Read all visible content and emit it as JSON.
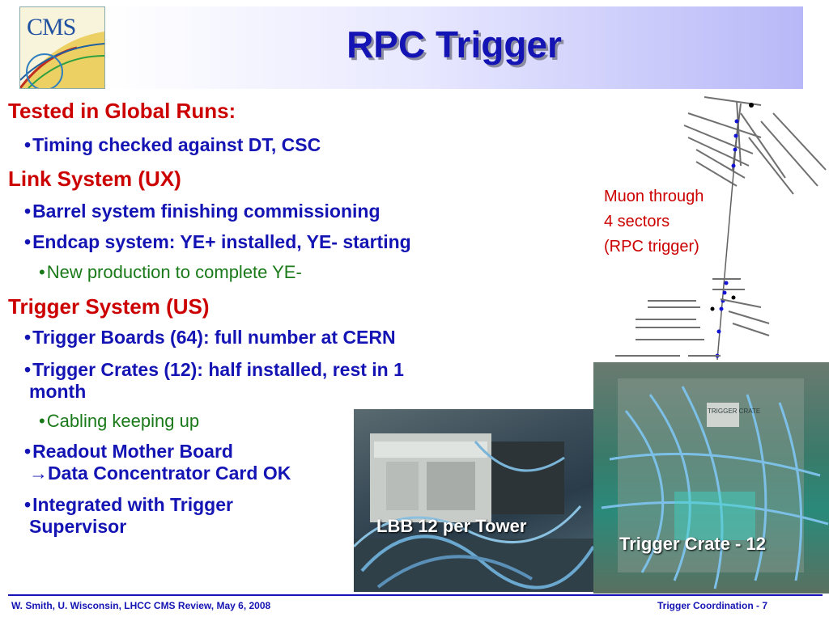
{
  "slide": {
    "title": "RPC Trigger",
    "logo_text": "CMS"
  },
  "bullets": [
    {
      "level": 1,
      "text": "Tested in Global Runs:"
    },
    {
      "level": 2,
      "text": "Timing checked against DT, CSC"
    },
    {
      "level": 1,
      "text": "Link System (UX)"
    },
    {
      "level": 2,
      "text": "Barrel system finishing commissioning"
    },
    {
      "level": 2,
      "text": "Endcap system: YE+ installed, YE- starting"
    },
    {
      "level": 3,
      "text": "New production to complete YE-"
    },
    {
      "level": 1,
      "text": "Trigger System (US)"
    },
    {
      "level": 2,
      "text": "Trigger Boards (64): full number at CERN"
    },
    {
      "level": 2,
      "text": "Trigger Crates (12): half installed, rest in 1",
      "cont": "month"
    },
    {
      "level": 3,
      "text": "Cabling keeping up"
    },
    {
      "level": 2,
      "text": "Readout Mother Board",
      "cont": "→Data Concentrator Card OK"
    },
    {
      "level": 2,
      "text": "Integrated with Trigger",
      "cont": "Supervisor"
    }
  ],
  "bullet_glyph": "•",
  "muon_caption": [
    "Muon through",
    "4 sectors",
    "(RPC trigger)"
  ],
  "photos": {
    "lbb_caption": "LBB 12 per Tower",
    "crate_caption": "Trigger Crate - 12",
    "crate_label": "TRIGGER CRATE"
  },
  "footer": {
    "left": "W. Smith, U. Wisconsin,  LHCC CMS Review, May 6, 2008",
    "right": "Trigger Coordination -  7"
  },
  "colors": {
    "title": "#1414b4",
    "heading": "#cc0000",
    "bullet": "#1414b4",
    "sub_bullet": "#1a7a1a"
  }
}
